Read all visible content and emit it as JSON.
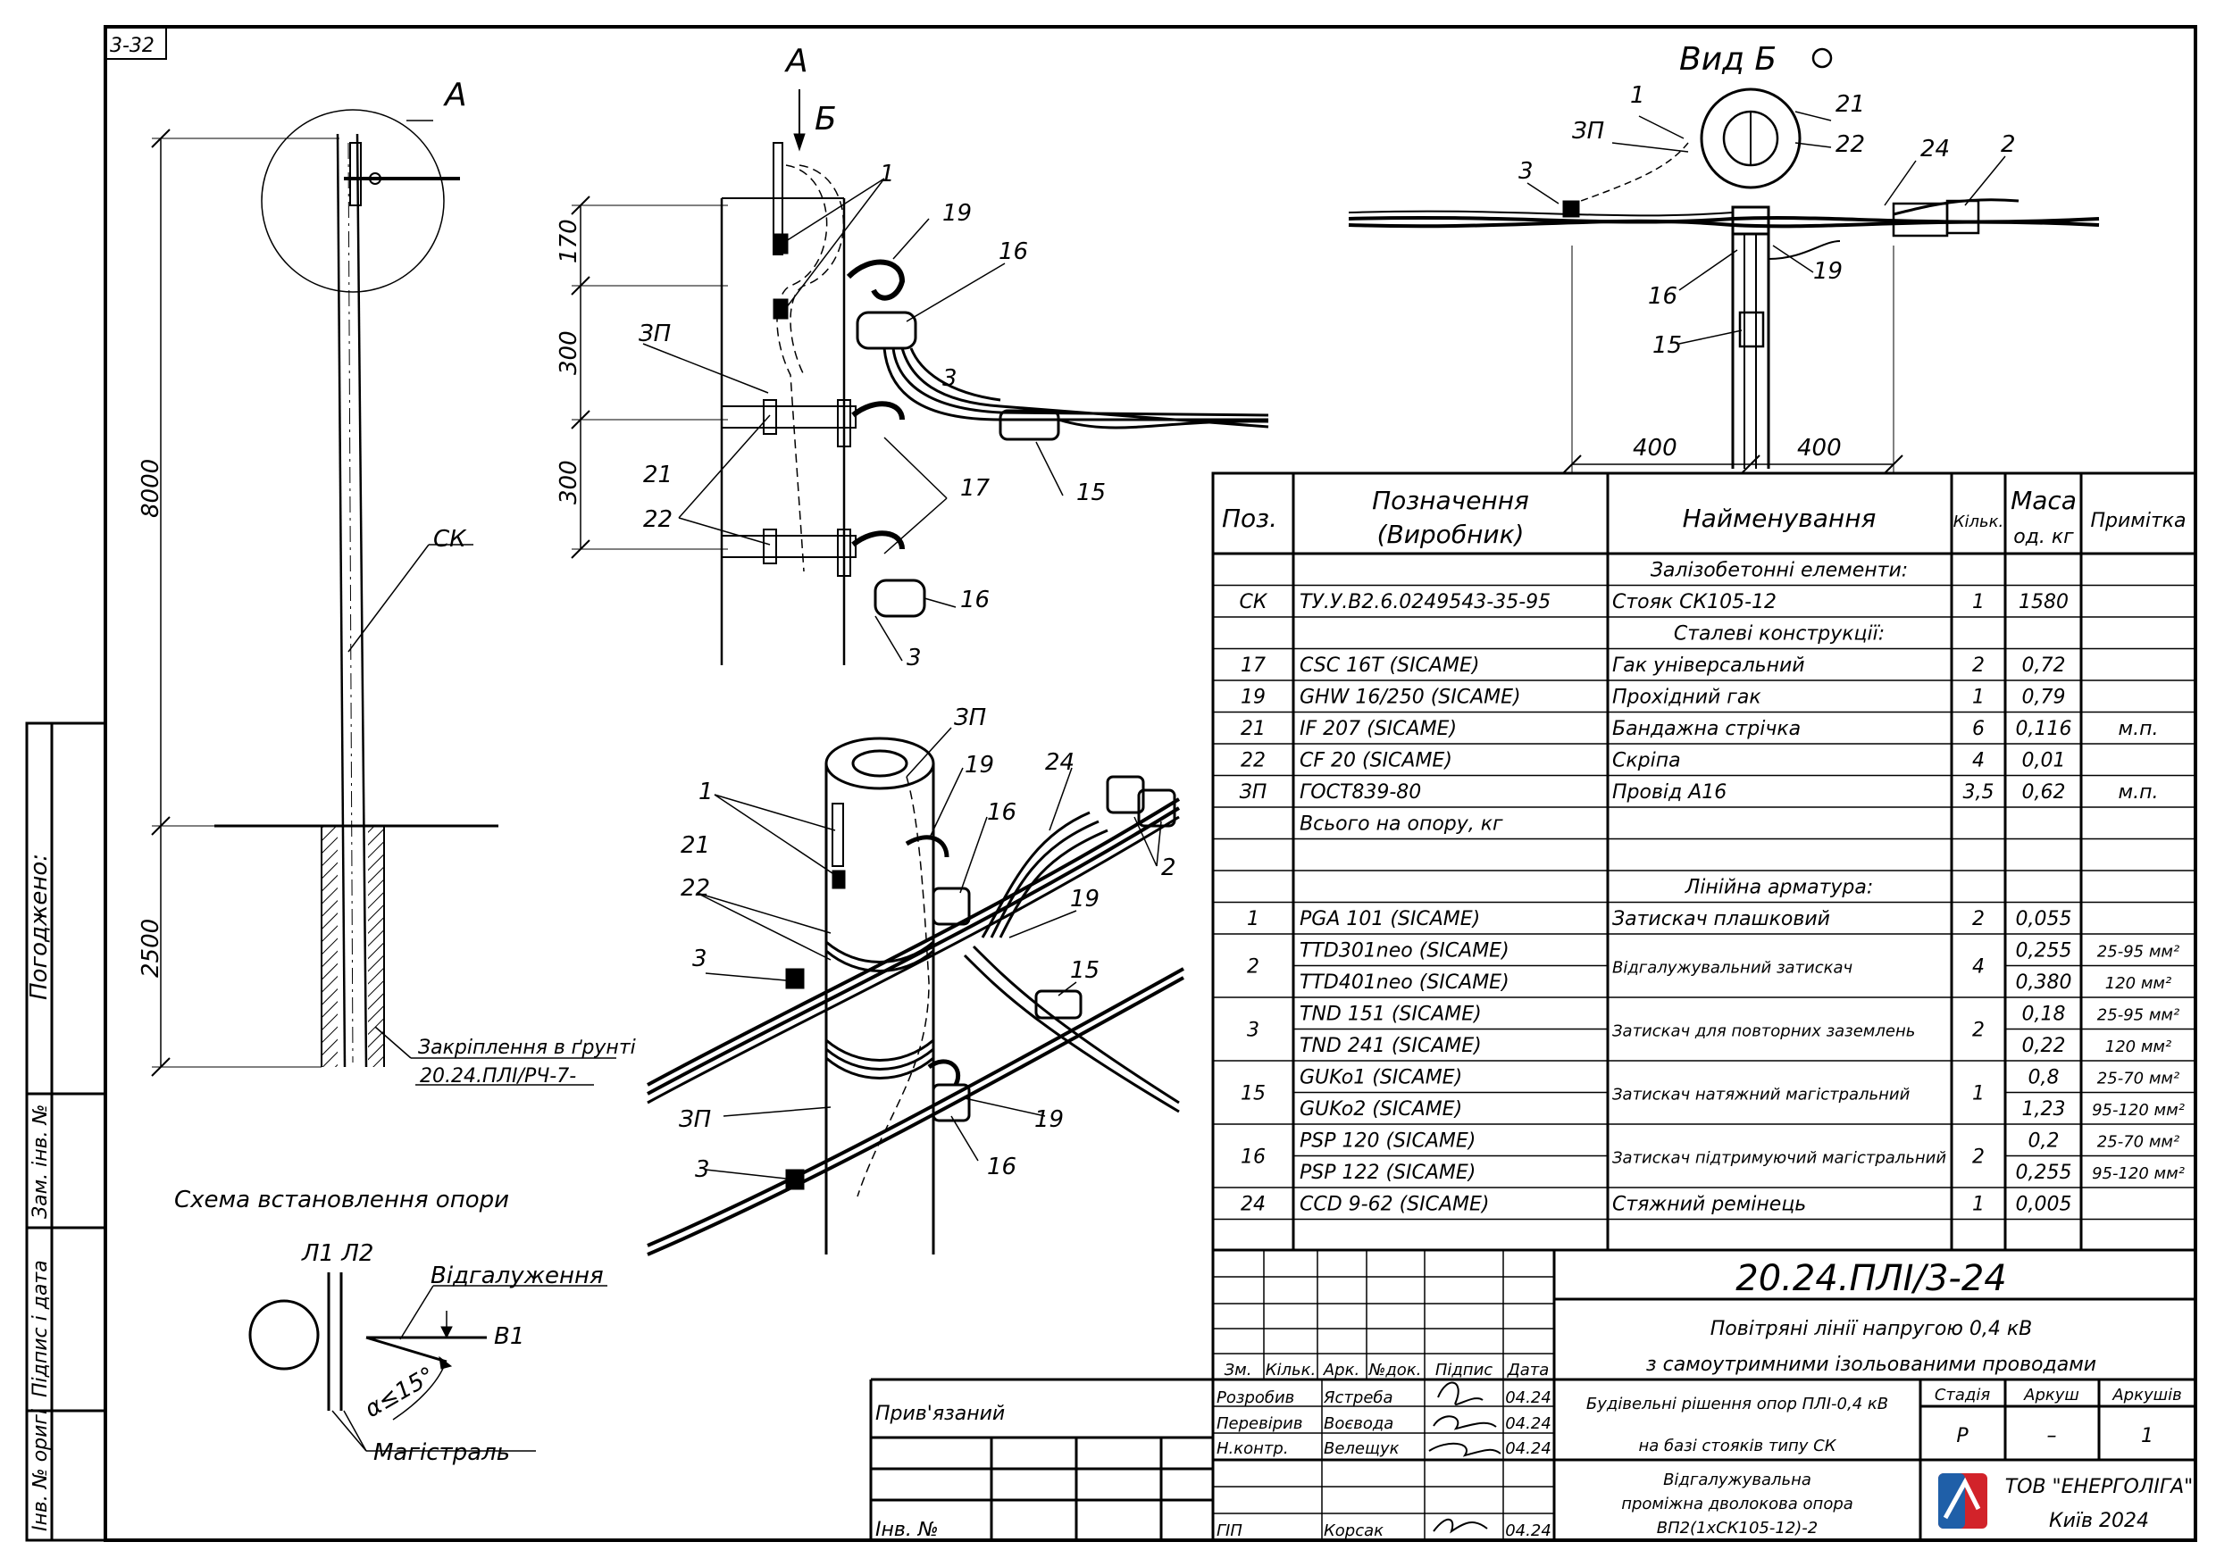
{
  "sheet": {
    "corner_code": "3-32",
    "view_a": "А",
    "view_b": "Б",
    "view_b_title": "Вид Б",
    "scheme_title": "Схема встановлення опори",
    "agreed": "Погоджено:",
    "side_labels": [
      "Зам. інв. №",
      "Підпис і дата",
      "Інв. № оригі"
    ]
  },
  "pole_view": {
    "labels": {
      "ck": "СК",
      "a": "А"
    },
    "dims": {
      "height": "8000",
      "ground": "2500"
    },
    "fixing_label": "Закріплення в ґрунті",
    "fixing_doc": "20.24.ПЛІ/РЧ-7-"
  },
  "detail_a": {
    "arrow_a": "А",
    "arrow_b": "Б",
    "dims": [
      "170",
      "300",
      "300"
    ],
    "callouts": [
      "1",
      "19",
      "16",
      "ЗП",
      "3",
      "21",
      "22",
      "17",
      "15",
      "16",
      "3"
    ]
  },
  "view_b": {
    "callouts": [
      "1",
      "ЗП",
      "3",
      "21",
      "22",
      "24",
      "2",
      "16",
      "19",
      "15"
    ],
    "dims": [
      "400",
      "400"
    ]
  },
  "iso_view": {
    "callouts": [
      "ЗП",
      "1",
      "19",
      "24",
      "16",
      "2",
      "21",
      "22",
      "3",
      "19",
      "15",
      "ЗП",
      "19",
      "3",
      "16"
    ]
  },
  "scheme": {
    "l1l2": "Л1 Л2",
    "branch": "Відгалуження",
    "b1": "В1",
    "angle": "α≤15°",
    "main": "Магістраль"
  },
  "spec": {
    "headers": {
      "pos": "Поз.",
      "designation": "Позначення (Виробник)",
      "name": "Найменування",
      "qty": "Кільк.",
      "mass": "Маса од. кг",
      "note": "Примітка"
    },
    "rows": [
      {
        "type": "section",
        "name": "Залізобетонні елементи:"
      },
      {
        "pos": "СК",
        "des": "ТУ.У.В2.6.0249543-35-95",
        "name": "Стояк СК105-12",
        "qty": "1",
        "mass": "1580",
        "note": ""
      },
      {
        "type": "section",
        "name": "Сталеві конструкції:"
      },
      {
        "pos": "17",
        "des": "CSC 16T  (SICAME)",
        "name": "Гак універсальний",
        "qty": "2",
        "mass": "0,72",
        "note": ""
      },
      {
        "pos": "19",
        "des": "GHW 16/250  (SICAME)",
        "name": "Прохідний гак",
        "qty": "1",
        "mass": "0,79",
        "note": ""
      },
      {
        "pos": "21",
        "des": "IF 207  (SICAME)",
        "name": "Бандажна стрічка",
        "qty": "6",
        "mass": "0,116",
        "note": "м.п."
      },
      {
        "pos": "22",
        "des": "CF 20  (SICAME)",
        "name": "Скріпа",
        "qty": "4",
        "mass": "0,01",
        "note": ""
      },
      {
        "pos": "ЗП",
        "des": "ГОСТ839-80",
        "name": "Провід А16",
        "qty": "3,5",
        "mass": "0,62",
        "note": "м.п."
      },
      {
        "pos": "",
        "des": "Всього на опору, кг",
        "name": "",
        "qty": "",
        "mass": "",
        "note": ""
      },
      {
        "pos": "",
        "des": "",
        "name": "",
        "qty": "",
        "mass": "",
        "note": ""
      },
      {
        "type": "section",
        "name": "Лінійна арматура:"
      },
      {
        "pos": "1",
        "des": "PGA 101  (SICAME)",
        "name": "Затискач плашковий",
        "qty": "2",
        "mass": "0,055",
        "note": ""
      }
    ],
    "double_rows": [
      {
        "pos": "2",
        "des": [
          "TTD301neo  (SICAME)",
          "TTD401neo  (SICAME)"
        ],
        "name": "Відгалужувальний затискач",
        "qty": "4",
        "mass": [
          "0,255",
          "0,380"
        ],
        "note": [
          "25-95 мм²",
          "120 мм²"
        ]
      },
      {
        "pos": "3",
        "des": [
          "TND 151  (SICAME)",
          "TND 241  (SICAME)"
        ],
        "name": "Затискач для повторних заземлень",
        "qty": "2",
        "mass": [
          "0,18",
          "0,22"
        ],
        "note": [
          "25-95 мм²",
          "120 мм²"
        ]
      },
      {
        "pos": "15",
        "des": [
          "GUKo1  (SICAME)",
          "GUKo2  (SICAME)"
        ],
        "name": "Затискач натяжний магістральний",
        "qty": "1",
        "mass": [
          "0,8",
          "1,23"
        ],
        "note": [
          "25-70 мм²",
          "95-120 мм²"
        ]
      },
      {
        "pos": "16",
        "des": [
          "PSP 120  (SICAME)",
          "PSP 122  (SICAME)"
        ],
        "name": "Затискач підтримуючий магістральний",
        "qty": "2",
        "mass": [
          "0,2",
          "0,255"
        ],
        "note": [
          "25-70 мм²",
          "95-120 мм²"
        ]
      }
    ],
    "last_row": {
      "pos": "24",
      "des": "CCD 9-62  (SICAME)",
      "name": "Стяжний ремінець",
      "qty": "1",
      "mass": "0,005",
      "note": ""
    }
  },
  "title_block": {
    "doc_number": "20.24.ПЛІ/3-24",
    "line1": "Повітряні лінії напругою 0,4 кВ",
    "line2": "з самоутримними ізольованими проводами",
    "section1": "Будівельні рішення опор ПЛІ-0,4 кВ",
    "section2": "на базі стояків типу СК",
    "drawing1": "Відгалужувальна",
    "drawing2": "проміжна дволокова опора",
    "drawing3": "ВП2(1хСК105-12)-2",
    "stage_h": "Стадія",
    "sheet_h": "Аркуш",
    "sheets_h": "Аркушів",
    "stage": "Р",
    "sheet": "–",
    "sheets": "1",
    "company1": "ТОВ \"ЕНЕРГОЛІГА\"",
    "company2": "Київ 2024",
    "linked": "Прив'язаний",
    "inv": "Інв. №",
    "col_h": [
      "Зм.",
      "Кільк.",
      "Арк.",
      "№док.",
      "Підпис",
      "Дата"
    ],
    "roles": [
      {
        "role": "Розробив",
        "name": "Ястреба",
        "date": "04.24"
      },
      {
        "role": "Перевірив",
        "name": "Воєвода",
        "date": "04.24"
      },
      {
        "role": "Н.контр.",
        "name": "Велещук",
        "date": "04.24"
      },
      {
        "role": "ГІП",
        "name": "Корсак",
        "date": "04.24"
      }
    ]
  },
  "colors": {
    "line": "#000000",
    "logo_blue": "#1f5fa8",
    "logo_red": "#d2232a"
  }
}
